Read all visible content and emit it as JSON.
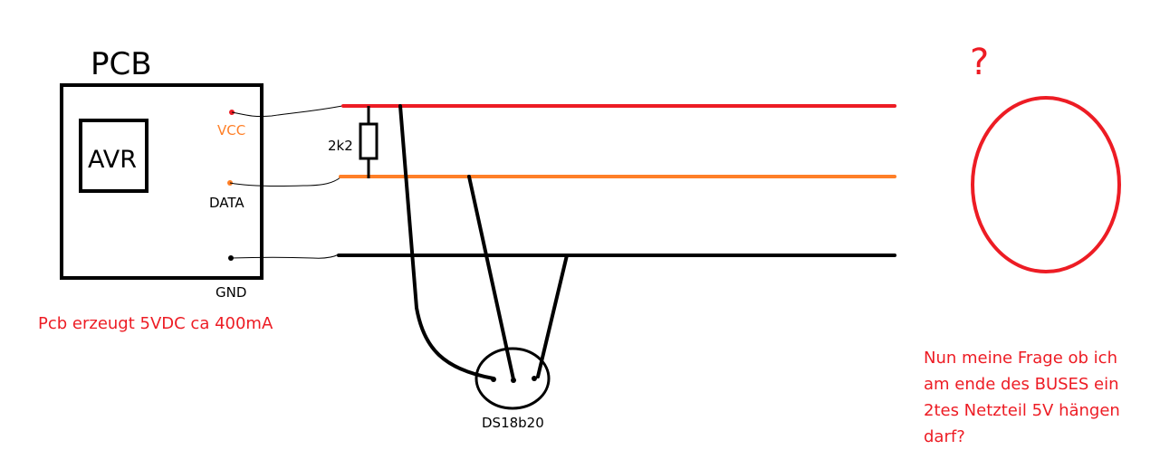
{
  "board": {
    "title": "PCB",
    "chip": "AVR",
    "note": "Pcb erzeugt 5VDC ca 400mA"
  },
  "pins": {
    "vcc": "VCC",
    "data": "DATA",
    "gnd": "GND"
  },
  "resistor": {
    "label": "2k2"
  },
  "sensor": {
    "label": "DS18b20"
  },
  "question": {
    "mark": "?",
    "lines": [
      "Nun meine Frage ob ich",
      "am ende des BUSES ein",
      "2tes Netzteil 5V hängen",
      "darf?"
    ]
  },
  "colors": {
    "vcc_wire": "#ed1c24",
    "data_wire": "#ff7f27",
    "gnd_wire": "#000000",
    "annotation": "#ed1c24",
    "vcc_label": "#ff7f27",
    "circle": "#ed1c24"
  }
}
